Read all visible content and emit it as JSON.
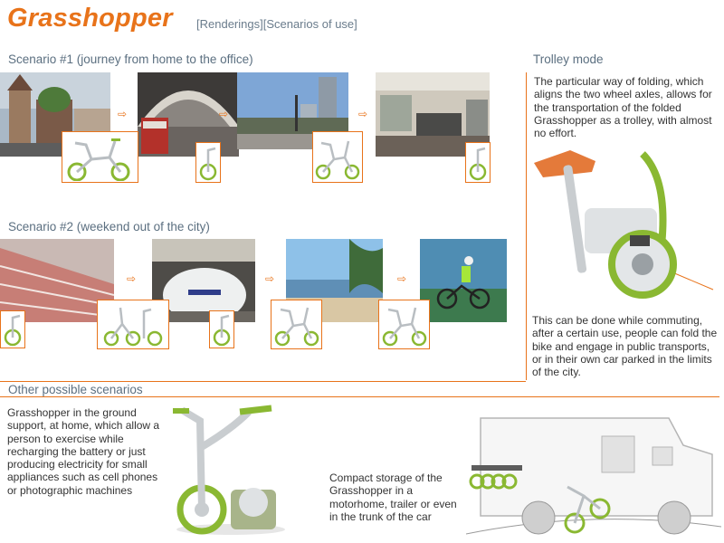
{
  "header": {
    "title": "Grasshopper",
    "subtitle": "[Renderings][Scenarios of use]"
  },
  "scenario1": {
    "heading": "Scenario #1 (journey from home to the office)"
  },
  "scenario2": {
    "heading": "Scenario #2 (weekend out of the city)"
  },
  "trolley": {
    "heading": "Trolley mode",
    "text_top": "The particular way of folding, which aligns the two wheel axles, allows for the transportation of the folded Grasshopper as a trolley, with almost no effort.",
    "text_bottom": "This can be done while commuting, after a certain use, people can fold the bike and engage in public transports, or in their own car parked in the limits of the city."
  },
  "other": {
    "heading": "Other possible scenarios",
    "ground_support_text": "Grasshopper in the ground support, at home, which allow a person to exercise while recharging the battery or just producing electricity for small appliances such as cell phones or photographic machines",
    "storage_text": "Compact storage of the Grasshopper in a motorhome, trailer or even in the trunk of the car"
  },
  "arrow_glyph": "⇨",
  "colors": {
    "accent": "#e8731a",
    "heading": "#5b6f80",
    "bike_green": "#8ab832",
    "bike_grey": "#c9cdd0"
  }
}
